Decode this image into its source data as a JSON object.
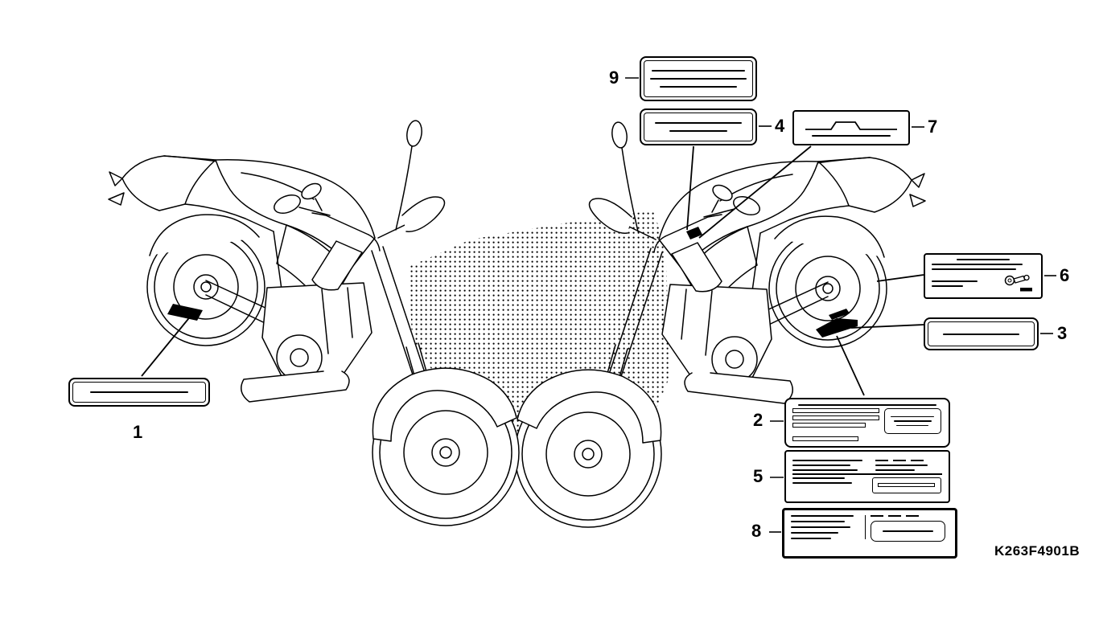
{
  "part_code": "K263F4901B",
  "callouts": [
    "1",
    "2",
    "3",
    "4",
    "5",
    "6",
    "7",
    "8",
    "9"
  ],
  "colors": {
    "ink": "#000000",
    "paper": "#ffffff"
  },
  "icons": {
    "label6_graphic": "tire-valve-icon",
    "label7_graphic": "die-cut-tab-outline"
  }
}
